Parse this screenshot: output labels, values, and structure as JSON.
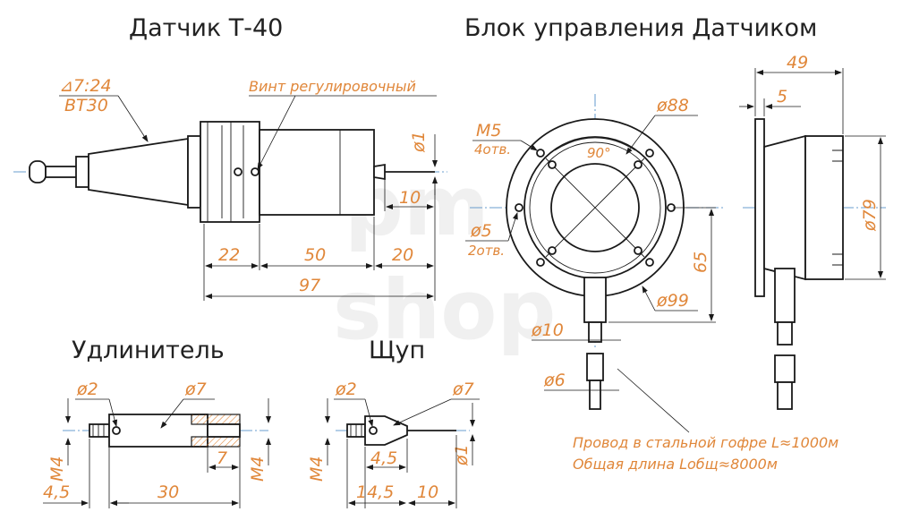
{
  "titles": {
    "sensor": "Датчик Т-40",
    "control_unit": "Блок управления Датчиком",
    "extender": "Удлинитель",
    "probe": "Щуп"
  },
  "sensor": {
    "taper_top": "⊿7:24",
    "taper_bottom": "ВТ30",
    "screw_label": "Винт регулировочный",
    "d_tip": "ø1",
    "len_tip": "10",
    "len_22": "22",
    "len_50": "50",
    "len_20": "20",
    "len_97": "97"
  },
  "control_unit": {
    "m5": "M5",
    "m5_holes": "4отв.",
    "angle": "90°",
    "d88": "ø88",
    "d5": "ø5",
    "d5_holes": "2отв.",
    "h65": "65",
    "d99": "ø99",
    "d10": "ø10",
    "d6": "ø6",
    "w49": "49",
    "w5": "5",
    "d79": "ø79",
    "cable_note_1": "Провод в стальной гофре L≈1000м",
    "cable_note_2": "Общая длина Lобщ≈8000м"
  },
  "extender": {
    "d2": "ø2",
    "d7": "ø7",
    "m4_left": "M4",
    "len_7": "7",
    "m4_right": "M4",
    "len_45": "4,5",
    "len_30": "30"
  },
  "probe": {
    "d2": "ø2",
    "d7": "ø7",
    "m4": "M4",
    "len_45": "4,5",
    "d1": "ø1",
    "len_145": "14,5",
    "len_10": "10"
  },
  "watermark": {
    "line1": "pm",
    "line2": "shop"
  },
  "colors": {
    "dimension": "#e0873a",
    "outline": "#1a1a1a",
    "centerline": "#3a7fc0",
    "title": "#222222"
  }
}
